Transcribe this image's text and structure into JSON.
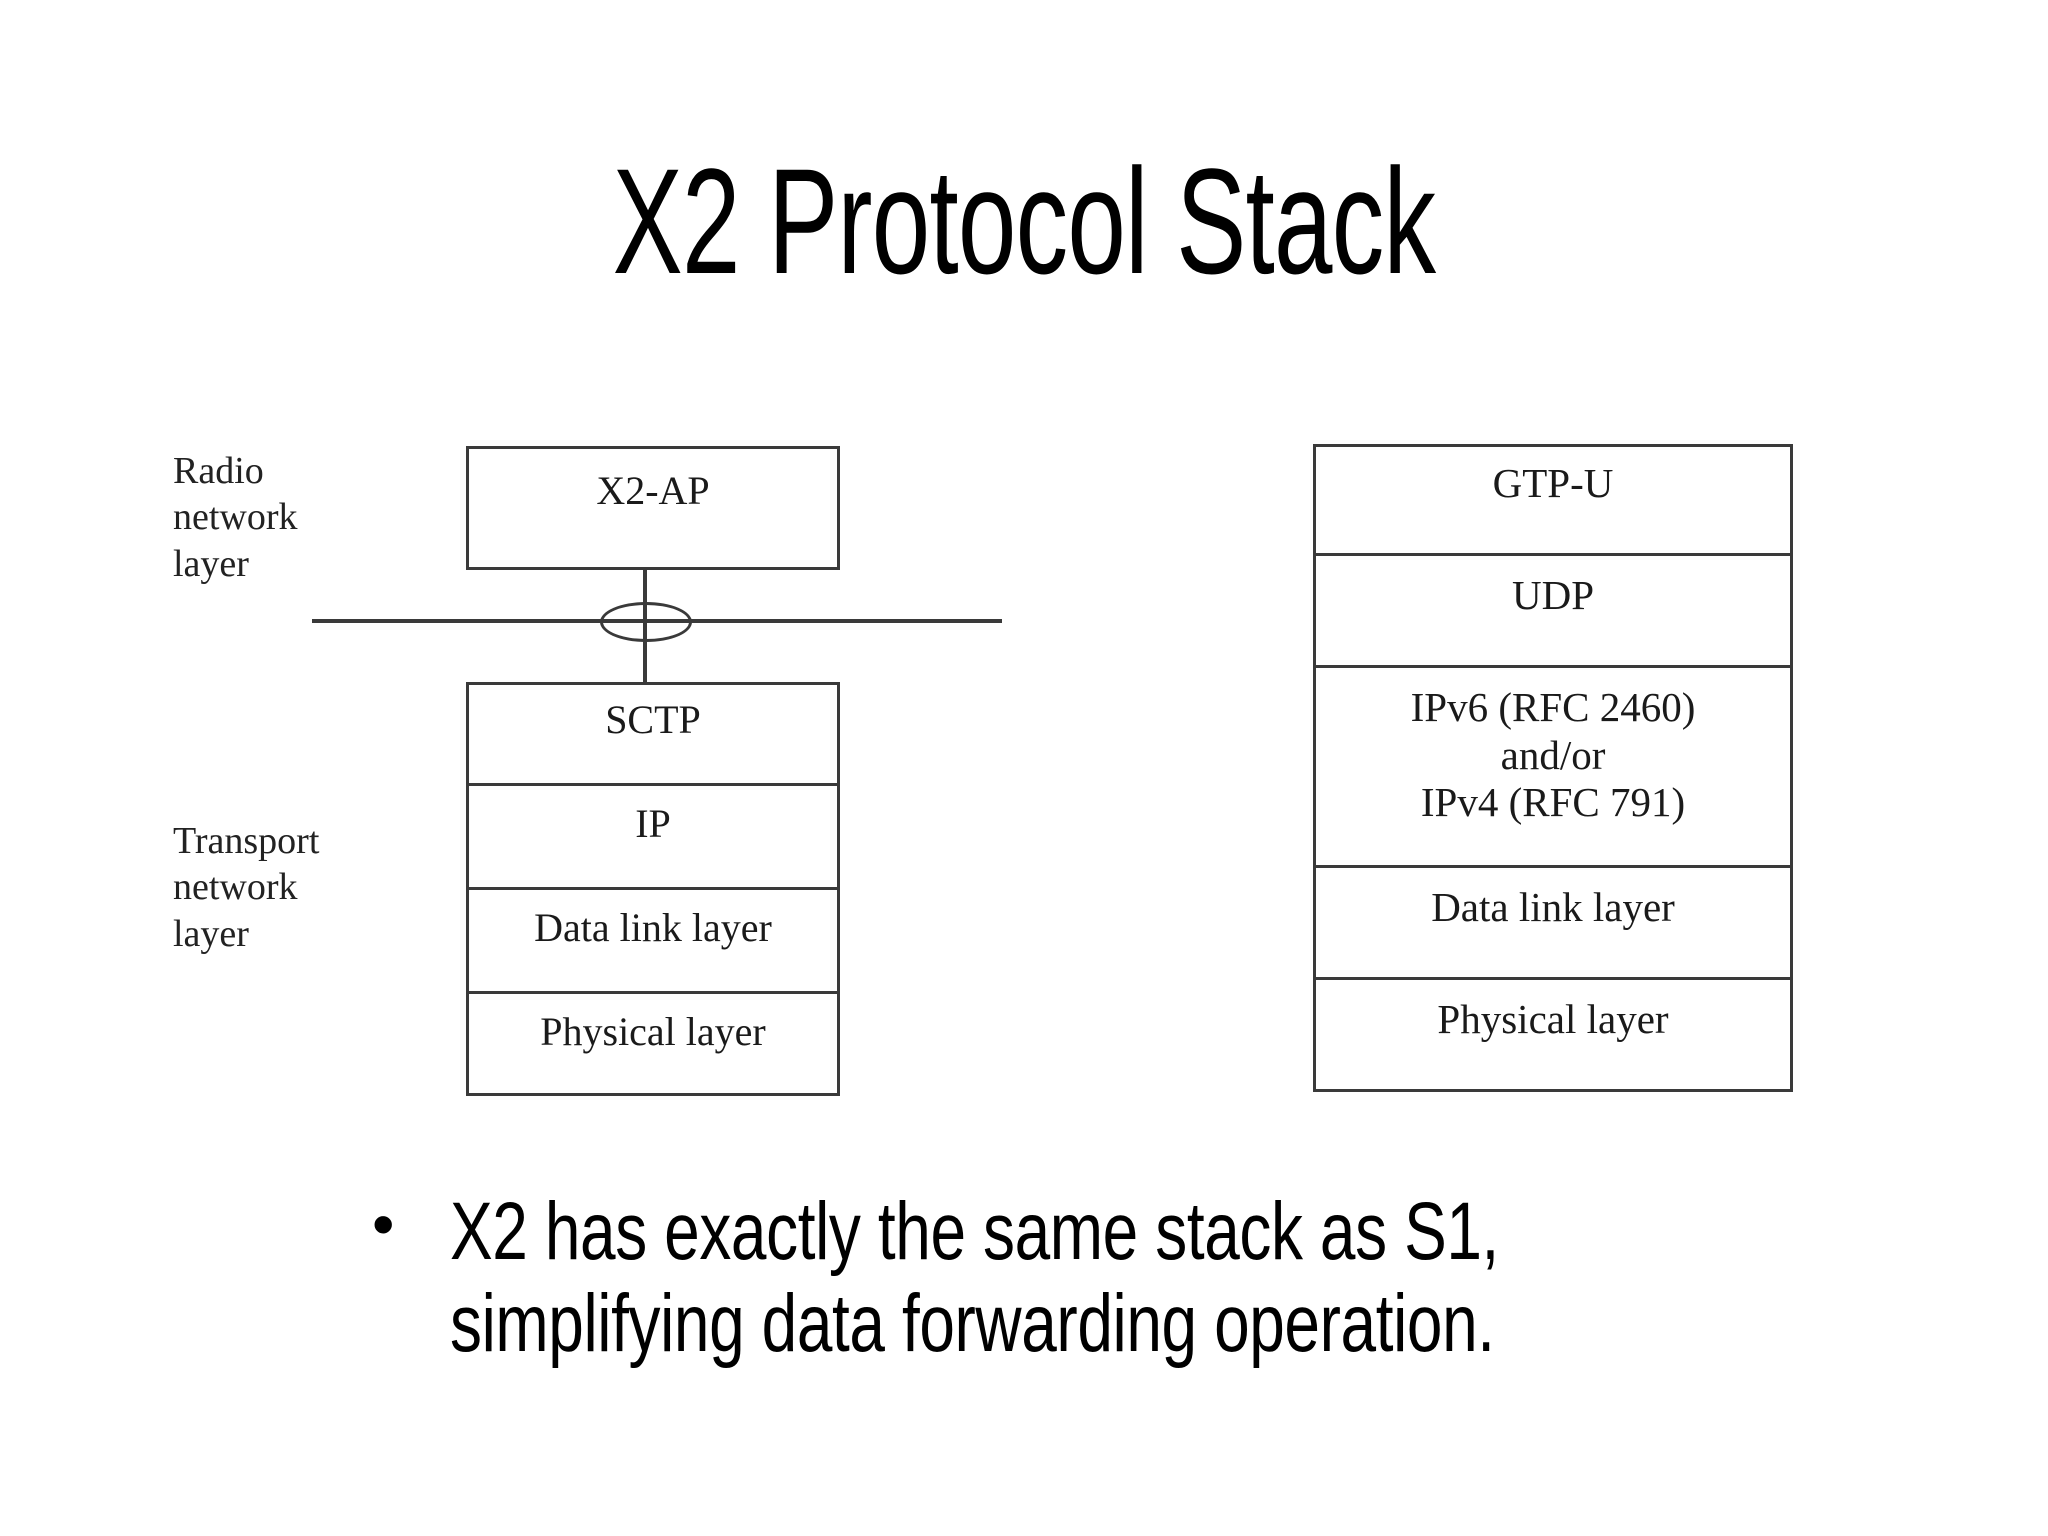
{
  "slide": {
    "title": "X2 Protocol Stack",
    "background_color": "#ffffff",
    "text_color": "#000000"
  },
  "figure": {
    "line_color": "#3a3a3a",
    "labels": {
      "radio_network_layer": "Radio\nnetwork\nlayer",
      "transport_network_layer": "Transport\nnetwork\nlayer"
    },
    "control_plane_stack": {
      "application_box": "X2-AP",
      "layers": [
        "SCTP",
        "IP",
        "Data link layer",
        "Physical layer"
      ]
    },
    "user_plane_stack": {
      "layers": [
        "GTP-U",
        "UDP",
        "IPv6 (RFC 2460)\nand/or\nIPv4 (RFC 791)",
        "Data link layer",
        "Physical layer"
      ]
    },
    "sap_symbol": "service-access-point-ellipse"
  },
  "body": {
    "bullets": [
      {
        "marker": "•",
        "text": "X2 has exactly the same stack as S1,\nsimplifying data forwarding operation."
      }
    ]
  }
}
